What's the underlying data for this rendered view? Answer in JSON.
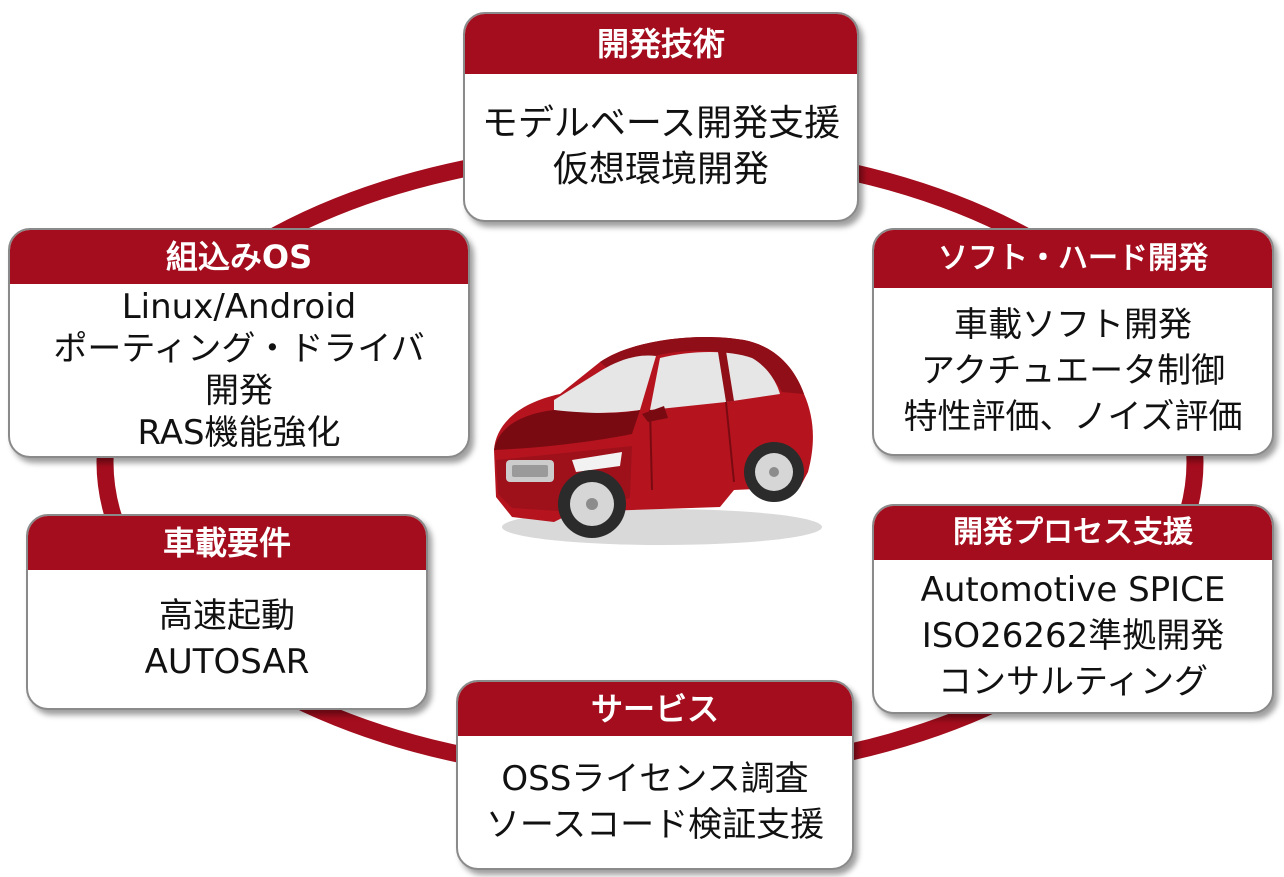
{
  "colors": {
    "accent": "#a30d1d",
    "ring": "#a30d1d",
    "card_border": "#8a8a8a",
    "car_body": "#b5141e",
    "car_shadow": "#7a0a12"
  },
  "center_image": {
    "icon": "red-car-icon"
  },
  "cards": [
    {
      "id": "dev-tech",
      "header": "開発技術",
      "lines": [
        "モデルベース開発支援",
        "仮想環境開発"
      ]
    },
    {
      "id": "embedded-os",
      "header": "組込みOS",
      "lines": [
        "Linux/Android",
        "ポーティング・ドライバ",
        "開発",
        "RAS機能強化"
      ]
    },
    {
      "id": "soft-hard",
      "header": "ソフト・ハード開発",
      "lines": [
        "車載ソフト開発",
        "アクチュエータ制御",
        "特性評価、ノイズ評価"
      ]
    },
    {
      "id": "vehicle-req",
      "header": "車載要件",
      "lines": [
        "高速起動",
        "AUTOSAR"
      ]
    },
    {
      "id": "dev-process",
      "header": "開発プロセス支援",
      "lines": [
        "Automotive SPICE",
        "ISO26262準拠開発",
        "コンサルティング"
      ]
    },
    {
      "id": "services",
      "header": "サービス",
      "lines": [
        "OSSライセンス調査",
        "ソースコード検証支援"
      ]
    }
  ]
}
